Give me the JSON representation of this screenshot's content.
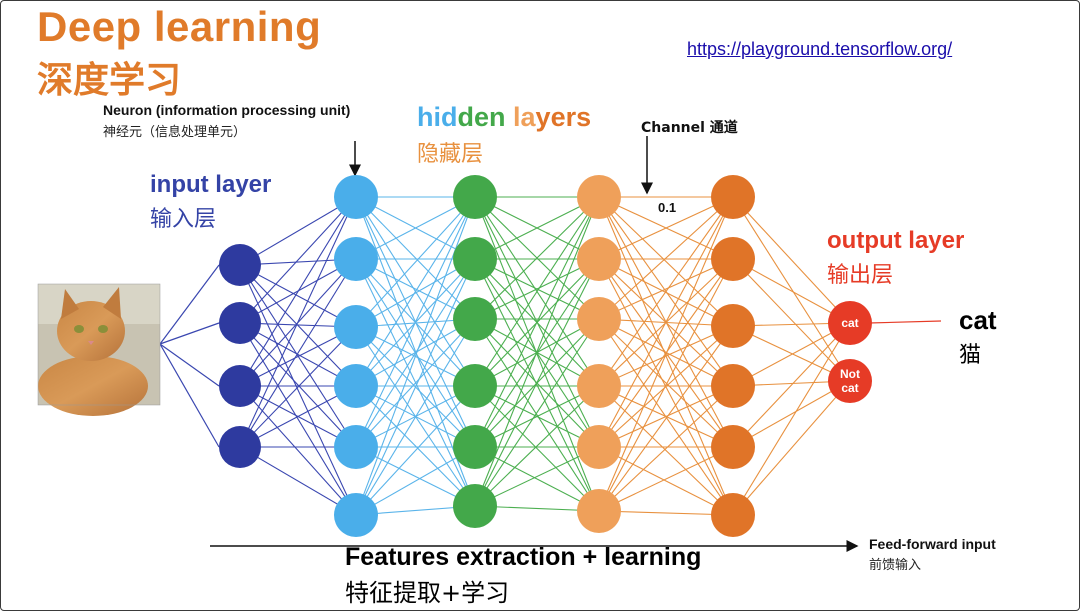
{
  "title": {
    "en": "Deep learning",
    "zh": "深度学习"
  },
  "link": {
    "url_text": "https://playground.tensorflow.org/"
  },
  "neuron_label": {
    "en": "Neuron (information processing unit)",
    "zh": "神经元（信息处理单元）"
  },
  "hidden_layers": {
    "word1_part1": "hid",
    "word1_part2": "den",
    "word2_part1": " la",
    "word2_part2": "yers",
    "zh": "隐藏层"
  },
  "channel_label": "Channel 通道",
  "weight_label": "0.1",
  "input_layer": {
    "en": "input layer",
    "zh": "输入层"
  },
  "output_layer": {
    "en": "output layer",
    "zh": "输出层"
  },
  "output_nodes": [
    "cat",
    "Not\ncat"
  ],
  "result": {
    "en": "cat",
    "zh": "猫"
  },
  "features": {
    "en": "Features extraction + learning",
    "zh": "特征提取+学习"
  },
  "feed_forward": {
    "en": "Feed-forward input",
    "zh": "前馈输入"
  },
  "layers": [
    {
      "name": "input",
      "nodes": 4,
      "color": "#2e3a9f",
      "edge_color": "#3a47b0"
    },
    {
      "name": "hidden-1",
      "nodes": 6,
      "color": "#4aaeea",
      "edge_color": "#5ab4ea"
    },
    {
      "name": "hidden-2",
      "nodes": 6,
      "color": "#43a84a",
      "edge_color": "#4caf50"
    },
    {
      "name": "hidden-3",
      "nodes": 6,
      "color": "#efa05a",
      "edge_color": "#e8913f"
    },
    {
      "name": "hidden-4",
      "nodes": 6,
      "color": "#e07428",
      "edge_color": "#e8913f"
    },
    {
      "name": "output",
      "nodes": 2,
      "color": "#e63b26",
      "edge_color": "#f0b070"
    }
  ],
  "colors": {
    "title": "#e07b2a",
    "hidden_blue": "#4aaeea",
    "hidden_green": "#43a84a",
    "hidden_orange": "#e8913f",
    "input_text": "#3443a6",
    "output_text": "#e63b26",
    "link": "#1a0dab"
  },
  "icons": [
    "cat-photo",
    "down-arrow",
    "right-arrow"
  ]
}
